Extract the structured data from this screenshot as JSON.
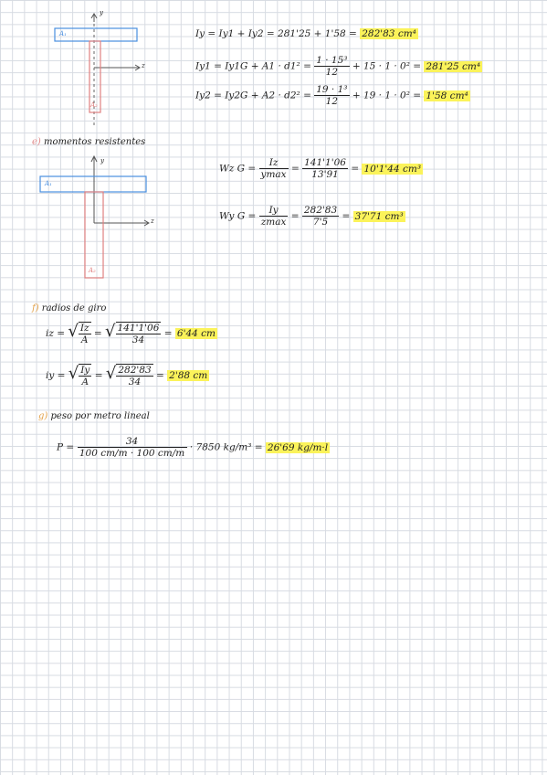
{
  "diagram1": {
    "flange_label": "A₁",
    "web_label": "A₂",
    "y_axis": "y",
    "z_axis": "z"
  },
  "eq_Iy": {
    "lhs": "Iy = Iy1 + Iy2 =",
    "mid": "281'25 + 1'58 =",
    "result": "282'83 cm⁴"
  },
  "eq_Iy1": {
    "lhs": "Iy1 = Iy1G + A1 · d1² =",
    "num": "1 · 15³",
    "den": "12",
    "rest": "+ 15 · 1 · 0² =",
    "result": "281'25 cm⁴"
  },
  "eq_Iy2": {
    "lhs": "Iy2 = Iy2G + A2 · d2² =",
    "num": "19 · 1³",
    "den": "12",
    "rest": "+ 19 · 1 · 0² =",
    "result": "1'58 cm⁴"
  },
  "section_e": {
    "letter": "e)",
    "title": "momentos resistentes"
  },
  "diagram2": {
    "flange_label": "A₁",
    "web_label": "A₂",
    "y_axis": "y",
    "z_axis": "z"
  },
  "eq_Wz": {
    "lhs": "Wz G =",
    "f1_num": "Iz",
    "f1_den": "ymax",
    "f2_num": "141'1'06",
    "f2_den": "13'91",
    "result": "10'1'44 cm³"
  },
  "eq_Wy": {
    "lhs": "Wy G =",
    "f1_num": "Iy",
    "f1_den": "zmax",
    "f2_num": "282'83",
    "f2_den": "7'5",
    "result": "37'71 cm³"
  },
  "section_f": {
    "letter": "f)",
    "title": "radios de giro"
  },
  "eq_iz": {
    "lhs": "iz =",
    "f1_num": "Iz",
    "f1_den": "A",
    "f2_num": "141'1'06",
    "f2_den": "34",
    "result": "6'44 cm"
  },
  "eq_iy": {
    "lhs": "iy =",
    "f1_num": "Iy",
    "f1_den": "A",
    "f2_num": "282'83",
    "f2_den": "34",
    "result": "2'88 cm"
  },
  "section_g": {
    "letter": "g)",
    "title": "peso por metro lineal"
  },
  "eq_P": {
    "lhs": "P =",
    "num": "34",
    "den": "100 cm/m · 100 cm/m",
    "mult": "· 7850 kg/m³ =",
    "result": "26'69 kg/m·l"
  },
  "colors": {
    "blue": "#4a8fe0",
    "red": "#e08080",
    "highlight": "#fbf35a",
    "grid": "#d7dbe2"
  }
}
